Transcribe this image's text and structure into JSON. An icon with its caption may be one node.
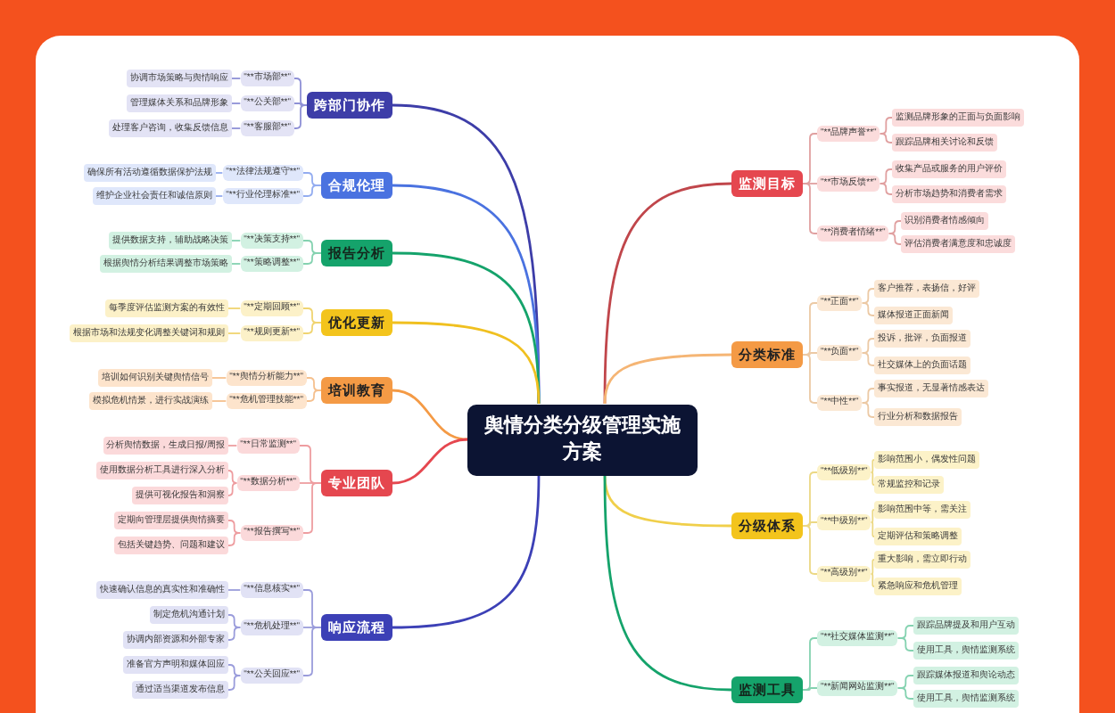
{
  "diagram": {
    "nodes": [
      {
        "text": [
          "舆情分类分级管理实施方案"
        ]
      },
      {
        "text": [
          "跨部门协作"
        ]
      },
      {
        "text": [
          "\"**市场部**\""
        ]
      },
      {
        "text": [
          "协调市场策略与舆情响应"
        ]
      },
      {
        "text": [
          "\"**公关部**\""
        ]
      },
      {
        "text": [
          "管理媒体关系和品牌形象"
        ]
      },
      {
        "text": [
          "\"**客服部**\""
        ]
      },
      {
        "text": [
          "处理客户咨询，收集反馈信息"
        ]
      },
      {
        "text": [
          "合规伦理"
        ]
      },
      {
        "text": [
          "\"**法律法规遵守**\""
        ]
      },
      {
        "text": [
          "确保所有活动遵循数据保护法规"
        ]
      },
      {
        "text": [
          "\"**行业伦理标准**\""
        ]
      },
      {
        "text": [
          "维护企业社会责任和诚信原则"
        ]
      },
      {
        "text": [
          "报告分析"
        ]
      },
      {
        "text": [
          "\"**决策支持**\""
        ]
      },
      {
        "text": [
          "提供数据支持，辅助战略决策"
        ]
      },
      {
        "text": [
          "\"**策略调整**\""
        ]
      },
      {
        "text": [
          "根据舆情分析结果调整市场策略"
        ]
      },
      {
        "text": [
          "优化更新"
        ]
      },
      {
        "text": [
          "\"**定期回顾**\""
        ]
      },
      {
        "text": [
          "每季度评估监测方案的有效性"
        ]
      },
      {
        "text": [
          "\"**规则更新**\""
        ]
      },
      {
        "text": [
          "根据市场和法规变化调整关键词和规则"
        ]
      },
      {
        "text": [
          "培训教育"
        ]
      },
      {
        "text": [
          "\"**舆情分析能力**\""
        ]
      },
      {
        "text": [
          "培训如何识别关键舆情信号"
        ]
      },
      {
        "text": [
          "\"**危机管理技能**\""
        ]
      },
      {
        "text": [
          "模拟危机情景，进行实战演练"
        ]
      },
      {
        "text": [
          "专业团队"
        ]
      },
      {
        "text": [
          "\"**日常监测**\""
        ]
      },
      {
        "text": [
          "分析舆情数据，生成日报/周报"
        ]
      },
      {
        "text": [
          "\"**数据分析**\""
        ]
      },
      {
        "text": [
          "使用数据分析工具进行深入分析"
        ]
      },
      {
        "text": [
          "提供可视化报告和洞察"
        ]
      },
      {
        "text": [
          "\"**报告撰写**\""
        ]
      },
      {
        "text": [
          "定期向管理层提供舆情摘要"
        ]
      },
      {
        "text": [
          "包括关键趋势、问题和建议"
        ]
      },
      {
        "text": [
          "响应流程"
        ]
      },
      {
        "text": [
          "\"**信息核实**\""
        ]
      },
      {
        "text": [
          "快速确认信息的真实性和准确性"
        ]
      },
      {
        "text": [
          "\"**危机处理**\""
        ]
      },
      {
        "text": [
          "制定危机沟通计划"
        ]
      },
      {
        "text": [
          "协调内部资源和外部专家"
        ]
      },
      {
        "text": [
          "\"**公关回应**\""
        ]
      },
      {
        "text": [
          "准备官方声明和媒体回应"
        ]
      },
      {
        "text": [
          "通过适当渠道发布信息"
        ]
      },
      {
        "text": [
          "监测目标"
        ]
      },
      {
        "text": [
          "\"**品牌声誉**\""
        ]
      },
      {
        "text": [
          "监测品牌形象的正面与负面影响"
        ]
      },
      {
        "text": [
          "跟踪品牌相关讨论和反馈"
        ]
      },
      {
        "text": [
          "\"**市场反馈**\""
        ]
      },
      {
        "text": [
          "收集产品或服务的用户评价"
        ]
      },
      {
        "text": [
          "分析市场趋势和消费者需求"
        ]
      },
      {
        "text": [
          "\"**消费者情绪**\""
        ]
      },
      {
        "text": [
          "识别消费者情感倾向"
        ]
      },
      {
        "text": [
          "评估消费者满意度和忠诚度"
        ]
      },
      {
        "text": [
          "分类标准"
        ]
      },
      {
        "text": [
          "\"**正面**\""
        ]
      },
      {
        "text": [
          "客户推荐，表扬信，好评"
        ]
      },
      {
        "text": [
          "媒体报道正面新闻"
        ]
      },
      {
        "text": [
          "\"**负面**\""
        ]
      },
      {
        "text": [
          "投诉，批评，负面报道"
        ]
      },
      {
        "text": [
          "社交媒体上的负面话题"
        ]
      },
      {
        "text": [
          "\"**中性**\""
        ]
      },
      {
        "text": [
          "事实报道，无显著情感表达"
        ]
      },
      {
        "text": [
          "行业分析和数据报告"
        ]
      },
      {
        "text": [
          "分级体系"
        ]
      },
      {
        "text": [
          "\"**低级别**\""
        ]
      },
      {
        "text": [
          "影响范围小，偶发性问题"
        ]
      },
      {
        "text": [
          "常规监控和记录"
        ]
      },
      {
        "text": [
          "\"**中级别**\""
        ]
      },
      {
        "text": [
          "影响范围中等，需关注"
        ]
      },
      {
        "text": [
          "定期评估和策略调整"
        ]
      },
      {
        "text": [
          "\"**高级别**\""
        ]
      },
      {
        "text": [
          "重大影响，需立即行动"
        ]
      },
      {
        "text": [
          "紧急响应和危机管理"
        ]
      },
      {
        "text": [
          "监测工具"
        ]
      },
      {
        "text": [
          "\"**社交媒体监测**\""
        ]
      },
      {
        "text": [
          "跟踪品牌提及和用户互动"
        ]
      },
      {
        "text": [
          "使用工具，舆情监测系统"
        ]
      },
      {
        "text": [
          "\"**新闻网站监测**\""
        ]
      },
      {
        "text": [
          "跟踪媒体报道和舆论动态"
        ]
      },
      {
        "text": [
          "使用工具，舆情监测系统"
        ]
      }
    ],
    "edges": [
      {
        "from": 0,
        "to": 1,
        "arrow": "none",
        "color": "#3d3da8"
      },
      {
        "from": 1,
        "to": 2,
        "arrow": "none",
        "color": "#8e90d6"
      },
      {
        "from": 2,
        "to": 3,
        "arrow": "none",
        "color": "#8e90d6"
      },
      {
        "from": 1,
        "to": 4,
        "arrow": "none",
        "color": "#8e90d6"
      },
      {
        "from": 4,
        "to": 5,
        "arrow": "none",
        "color": "#8e90d6"
      },
      {
        "from": 1,
        "to": 6,
        "arrow": "none",
        "color": "#8e90d6"
      },
      {
        "from": 6,
        "to": 7,
        "arrow": "none",
        "color": "#8e90d6"
      },
      {
        "from": 0,
        "to": 8,
        "arrow": "none",
        "color": "#4a72e0"
      },
      {
        "from": 8,
        "to": 9,
        "arrow": "none",
        "color": "#93acf0"
      },
      {
        "from": 9,
        "to": 10,
        "arrow": "none",
        "color": "#93acf0"
      },
      {
        "from": 8,
        "to": 11,
        "arrow": "none",
        "color": "#93acf0"
      },
      {
        "from": 11,
        "to": 12,
        "arrow": "none",
        "color": "#93acf0"
      },
      {
        "from": 0,
        "to": 13,
        "arrow": "none",
        "color": "#15a36b"
      },
      {
        "from": 13,
        "to": 14,
        "arrow": "none",
        "color": "#84d2b0"
      },
      {
        "from": 14,
        "to": 15,
        "arrow": "none",
        "color": "#84d2b0"
      },
      {
        "from": 13,
        "to": 16,
        "arrow": "none",
        "color": "#84d2b0"
      },
      {
        "from": 16,
        "to": 17,
        "arrow": "none",
        "color": "#84d2b0"
      },
      {
        "from": 0,
        "to": 18,
        "arrow": "none",
        "color": "#f0c020"
      },
      {
        "from": 18,
        "to": 19,
        "arrow": "none",
        "color": "#f0d470"
      },
      {
        "from": 19,
        "to": 20,
        "arrow": "none",
        "color": "#f0d470"
      },
      {
        "from": 18,
        "to": 21,
        "arrow": "none",
        "color": "#f0d470"
      },
      {
        "from": 21,
        "to": 22,
        "arrow": "none",
        "color": "#f0d470"
      },
      {
        "from": 0,
        "to": 23,
        "arrow": "none",
        "color": "#f49a45"
      },
      {
        "from": 23,
        "to": 24,
        "arrow": "none",
        "color": "#f5c08e"
      },
      {
        "from": 24,
        "to": 25,
        "arrow": "none",
        "color": "#f5c08e"
      },
      {
        "from": 23,
        "to": 26,
        "arrow": "none",
        "color": "#f5c08e"
      },
      {
        "from": 26,
        "to": 27,
        "arrow": "none",
        "color": "#f5c08e"
      },
      {
        "from": 0,
        "to": 28,
        "arrow": "none",
        "color": "#e5474f"
      },
      {
        "from": 28,
        "to": 29,
        "arrow": "none",
        "color": "#ee9da0"
      },
      {
        "from": 29,
        "to": 30,
        "arrow": "none",
        "color": "#ee9da0"
      },
      {
        "from": 28,
        "to": 31,
        "arrow": "none",
        "color": "#ee9da0"
      },
      {
        "from": 31,
        "to": 32,
        "arrow": "none",
        "color": "#ee9da0"
      },
      {
        "from": 31,
        "to": 33,
        "arrow": "none",
        "color": "#ee9da0"
      },
      {
        "from": 28,
        "to": 34,
        "arrow": "none",
        "color": "#ee9da0"
      },
      {
        "from": 34,
        "to": 35,
        "arrow": "none",
        "color": "#ee9da0"
      },
      {
        "from": 34,
        "to": 36,
        "arrow": "none",
        "color": "#ee9da0"
      },
      {
        "from": 0,
        "to": 37,
        "arrow": "none",
        "color": "#3c40b6"
      },
      {
        "from": 37,
        "to": 38,
        "arrow": "none",
        "color": "#9a9cdb"
      },
      {
        "from": 38,
        "to": 39,
        "arrow": "none",
        "color": "#9a9cdb"
      },
      {
        "from": 37,
        "to": 40,
        "arrow": "none",
        "color": "#9a9cdb"
      },
      {
        "from": 40,
        "to": 41,
        "arrow": "none",
        "color": "#9a9cdb"
      },
      {
        "from": 40,
        "to": 42,
        "arrow": "none",
        "color": "#9a9cdb"
      },
      {
        "from": 37,
        "to": 43,
        "arrow": "none",
        "color": "#9a9cdb"
      },
      {
        "from": 43,
        "to": 44,
        "arrow": "none",
        "color": "#9a9cdb"
      },
      {
        "from": 43,
        "to": 45,
        "arrow": "none",
        "color": "#9a9cdb"
      },
      {
        "from": 0,
        "to": 46,
        "arrow": "none",
        "color": "#c0464b"
      },
      {
        "from": 46,
        "to": 47,
        "arrow": "none",
        "color": "#e0a0a0"
      },
      {
        "from": 47,
        "to": 48,
        "arrow": "none",
        "color": "#e0a0a0"
      },
      {
        "from": 47,
        "to": 49,
        "arrow": "none",
        "color": "#e0a0a0"
      },
      {
        "from": 46,
        "to": 50,
        "arrow": "none",
        "color": "#e0a0a0"
      },
      {
        "from": 50,
        "to": 51,
        "arrow": "none",
        "color": "#e0a0a0"
      },
      {
        "from": 50,
        "to": 52,
        "arrow": "none",
        "color": "#e0a0a0"
      },
      {
        "from": 46,
        "to": 53,
        "arrow": "none",
        "color": "#e0a0a0"
      },
      {
        "from": 53,
        "to": 54,
        "arrow": "none",
        "color": "#e0a0a0"
      },
      {
        "from": 53,
        "to": 55,
        "arrow": "none",
        "color": "#e0a0a0"
      },
      {
        "from": 0,
        "to": 56,
        "arrow": "none",
        "color": "#f5b574"
      },
      {
        "from": 56,
        "to": 57,
        "arrow": "none",
        "color": "#ecc9a4"
      },
      {
        "from": 57,
        "to": 58,
        "arrow": "none",
        "color": "#ecc9a4"
      },
      {
        "from": 57,
        "to": 59,
        "arrow": "none",
        "color": "#ecc9a4"
      },
      {
        "from": 56,
        "to": 60,
        "arrow": "none",
        "color": "#ecc9a4"
      },
      {
        "from": 60,
        "to": 61,
        "arrow": "none",
        "color": "#ecc9a4"
      },
      {
        "from": 60,
        "to": 62,
        "arrow": "none",
        "color": "#ecc9a4"
      },
      {
        "from": 56,
        "to": 63,
        "arrow": "none",
        "color": "#ecc9a4"
      },
      {
        "from": 63,
        "to": 64,
        "arrow": "none",
        "color": "#ecc9a4"
      },
      {
        "from": 63,
        "to": 65,
        "arrow": "none",
        "color": "#ecc9a4"
      },
      {
        "from": 0,
        "to": 66,
        "arrow": "none",
        "color": "#f0cf4a"
      },
      {
        "from": 66,
        "to": 67,
        "arrow": "none",
        "color": "#ecd884"
      },
      {
        "from": 67,
        "to": 68,
        "arrow": "none",
        "color": "#ecd884"
      },
      {
        "from": 67,
        "to": 69,
        "arrow": "none",
        "color": "#ecd884"
      },
      {
        "from": 66,
        "to": 70,
        "arrow": "none",
        "color": "#ecd884"
      },
      {
        "from": 70,
        "to": 71,
        "arrow": "none",
        "color": "#ecd884"
      },
      {
        "from": 70,
        "to": 72,
        "arrow": "none",
        "color": "#ecd884"
      },
      {
        "from": 66,
        "to": 73,
        "arrow": "none",
        "color": "#ecd884"
      },
      {
        "from": 73,
        "to": 74,
        "arrow": "none",
        "color": "#ecd884"
      },
      {
        "from": 73,
        "to": 75,
        "arrow": "none",
        "color": "#ecd884"
      },
      {
        "from": 0,
        "to": 76,
        "arrow": "none",
        "color": "#15a36b"
      },
      {
        "from": 76,
        "to": 77,
        "arrow": "none",
        "color": "#84d2b0"
      },
      {
        "from": 77,
        "to": 78,
        "arrow": "none",
        "color": "#84d2b0"
      },
      {
        "from": 77,
        "to": 79,
        "arrow": "none",
        "color": "#84d2b0"
      },
      {
        "from": 76,
        "to": 80,
        "arrow": "none",
        "color": "#84d2b0"
      },
      {
        "from": 80,
        "to": 81,
        "arrow": "none",
        "color": "#84d2b0"
      },
      {
        "from": 80,
        "to": 82,
        "arrow": "none",
        "color": "#84d2b0"
      }
    ]
  }
}
